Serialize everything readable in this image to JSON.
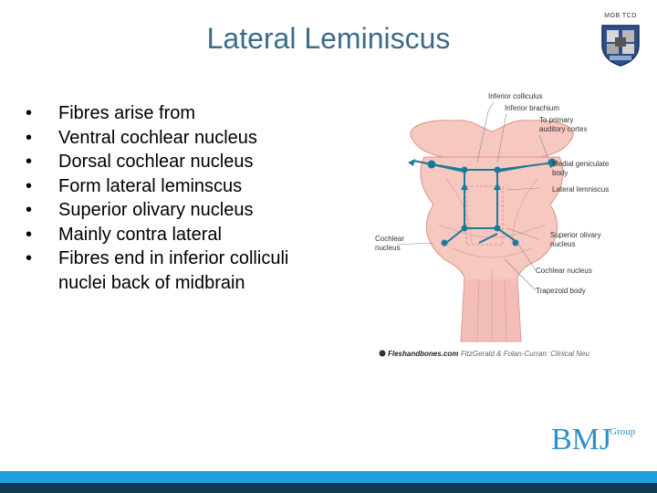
{
  "slide": {
    "title": "Lateral Leminiscus",
    "crest_label": "MOB TCD",
    "bullet_symbol": "•",
    "bullets": [
      {
        "text": "Fibres arise from"
      },
      {
        "text": "Ventral cochlear nucleus"
      },
      {
        "text": "Dorsal cochlear nucleus"
      },
      {
        "text": "Form lateral leminscus"
      },
      {
        "text": "Superior olivary nucleus"
      },
      {
        "text": "Mainly contra lateral"
      },
      {
        "text": "Fibres end in inferior colliculi",
        "continuation": "nuclei back of midbrain"
      }
    ]
  },
  "figure": {
    "labels": {
      "inferior_colliculus": "Inferior colliculus",
      "inferior_brachium": "Inferior brachium",
      "to_primary": "To primary",
      "auditory_cortex": "auditory cortex",
      "medial_geniculate": "Medial geniculate",
      "body": "body",
      "lateral_lemniscus": "Lateral lemniscus",
      "superior_olivary": "Superior olivary",
      "nucleus": "nucleus",
      "cochlear": "Cochlear",
      "nucleus_left": "nucleus",
      "cochlear_nucleus": "Cochlear nucleus",
      "trapezoid_body": "Trapezoid body"
    },
    "credit_site": "Fleshandbones.com",
    "credit_authors": "FitzGerald & Folan-Curran: Clinical Neu"
  },
  "logo": {
    "main": "BMJ",
    "sub": "Group"
  },
  "colors": {
    "title": "#3c6c8c",
    "brainstem_fill": "#f6c8c0",
    "pathway": "#1a7a9a",
    "bmj": "#2f8fc8",
    "bar_blue": "#1f9ee0",
    "bar_dark": "#123a55"
  }
}
